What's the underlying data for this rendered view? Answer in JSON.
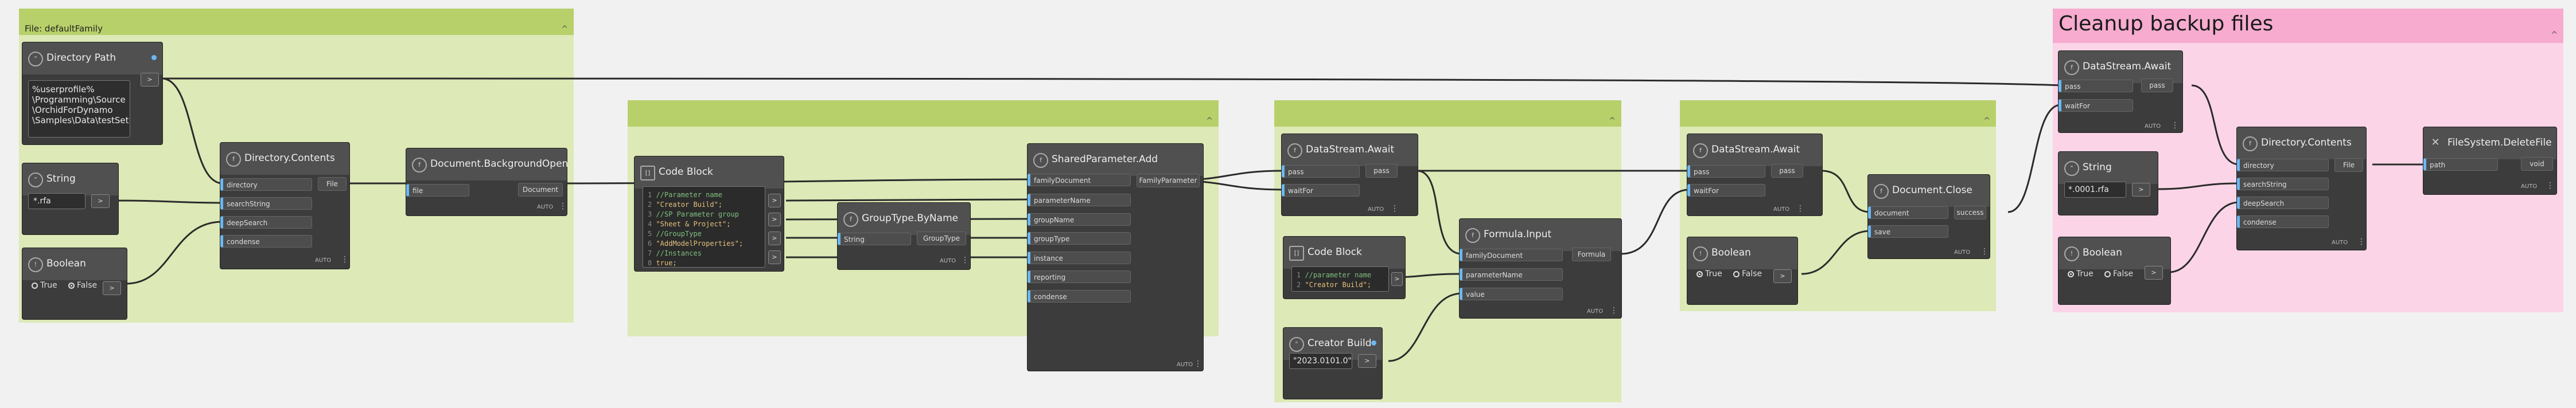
{
  "groups": {
    "g1": {
      "title": "File: defaultFamily"
    },
    "g5": {
      "title": "Cleanup backup files"
    }
  },
  "nodes": {
    "dirpath": {
      "title": "Directory Path",
      "value": "%userprofile%\n\\Programming\\Source\n\\OrchidForDynamo\n\\Samples\\Data\\testSet",
      "out": ">"
    },
    "string1": {
      "title": "String",
      "value": "*.rfa",
      "out": ">"
    },
    "bool1": {
      "title": "Boolean",
      "true": "True",
      "false": "False",
      "out": ">"
    },
    "dircontents1": {
      "title": "Directory.Contents",
      "inputs": [
        "directory",
        "searchString",
        "deepSearch",
        "condense"
      ],
      "out": "File",
      "lacing": "AUTO"
    },
    "bgopen": {
      "title": "Document.BackgroundOpen",
      "inputs": [
        "file"
      ],
      "out": "Document",
      "lacing": "AUTO"
    },
    "codeblock1": {
      "title": "Code Block",
      "lines": [
        {
          "n": "1",
          "t": "//Parameter name",
          "c": true
        },
        {
          "n": "2",
          "t": "\"Creator Build\";",
          "c": false
        },
        {
          "n": "3",
          "t": "//SP Parameter group",
          "c": true
        },
        {
          "n": "4",
          "t": "\"Sheet & Project\";",
          "c": false
        },
        {
          "n": "5",
          "t": "//GroupType",
          "c": true
        },
        {
          "n": "6",
          "t": "\"AddModelProperties\";",
          "c": false
        },
        {
          "n": "7",
          "t": "//Instances",
          "c": true
        },
        {
          "n": "8",
          "t": "true;",
          "c": false
        }
      ]
    },
    "grouptype": {
      "title": "GroupType.ByName",
      "inputs": [
        "String"
      ],
      "out": "GroupType",
      "lacing": "AUTO"
    },
    "shparam": {
      "title": "SharedParameter.Add",
      "inputs": [
        "familyDocument",
        "parameterName",
        "groupName",
        "groupType",
        "instance",
        "reporting",
        "condense"
      ],
      "out": "FamilyParameter",
      "lacing": "AUTO"
    },
    "await1": {
      "title": "DataStream.Await",
      "inputs": [
        "pass",
        "waitFor"
      ],
      "out": "pass",
      "lacing": "AUTO"
    },
    "codeblock2": {
      "title": "Code Block",
      "lines": [
        {
          "n": "1",
          "t": "//parameter name",
          "c": true
        },
        {
          "n": "2",
          "t": "\"Creator Build\";",
          "c": false
        }
      ]
    },
    "creatorbuild": {
      "title": "Creator Build",
      "value": "\"2023.0101.0\"",
      "out": ">"
    },
    "formula": {
      "title": "Formula.Input",
      "inputs": [
        "familyDocument",
        "parameterName",
        "value"
      ],
      "out": "Formula",
      "lacing": "AUTO"
    },
    "await2": {
      "title": "DataStream.Await",
      "inputs": [
        "pass",
        "waitFor"
      ],
      "out": "pass",
      "lacing": "AUTO"
    },
    "bool2": {
      "title": "Boolean",
      "true": "True",
      "false": "False",
      "out": ">"
    },
    "docclose": {
      "title": "Document.Close",
      "inputs": [
        "document",
        "save"
      ],
      "out": "success",
      "lacing": "AUTO"
    },
    "await3": {
      "title": "DataStream.Await",
      "inputs": [
        "pass",
        "waitFor"
      ],
      "out": "pass",
      "lacing": "AUTO"
    },
    "string2": {
      "title": "String",
      "value": "*.0001.rfa",
      "out": ">"
    },
    "bool3": {
      "title": "Boolean",
      "true": "True",
      "false": "False",
      "out": ">"
    },
    "dircontents2": {
      "title": "Directory.Contents",
      "inputs": [
        "directory",
        "searchString",
        "deepSearch",
        "condense"
      ],
      "out": "File",
      "lacing": "AUTO"
    },
    "delete": {
      "title": "FileSystem.DeleteFile",
      "inputs": [
        "path"
      ],
      "out": "void",
      "lacing": "AUTO"
    }
  },
  "icons": {
    "lacing_marker": "chevron-right-icon",
    "menu": "kebab-icon",
    "collapse": "chevron-up-icon"
  },
  "colors": {
    "group_green": "#dde9b6",
    "group_green_header": "#b8d06a",
    "group_pink": "#fbd5e7",
    "group_pink_header": "#f6abcf",
    "node_body": "#3c3c3c",
    "port_accent": "#6ab8f2",
    "wire": "#2b2b2b"
  }
}
